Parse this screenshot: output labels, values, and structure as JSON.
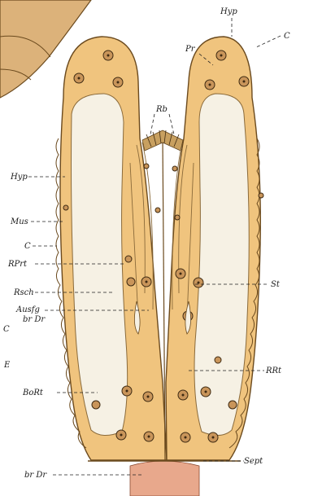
{
  "labels": {
    "hyp_top": "Hyp",
    "c_top": "C",
    "pr": "Pr",
    "rb": "Rb",
    "hyp_left": "Hyp",
    "mus": "Mus",
    "c_left": "C",
    "rprt": "RPrt",
    "rsch": "Rsch",
    "ausfg": "Ausfg",
    "brdr_mid": "br Dr",
    "c_far": "C",
    "e": "E",
    "st": "St",
    "rrt": "RRt",
    "bort": "BoRt",
    "sept": "Sept",
    "brdr_bottom": "br Dr"
  },
  "colors": {
    "tissue": "#f0c47e",
    "cavity": "#f6f1e4",
    "outline": "#6b4a1e",
    "gland": "#e8a88c",
    "corner_shell": "#dcb27a"
  }
}
